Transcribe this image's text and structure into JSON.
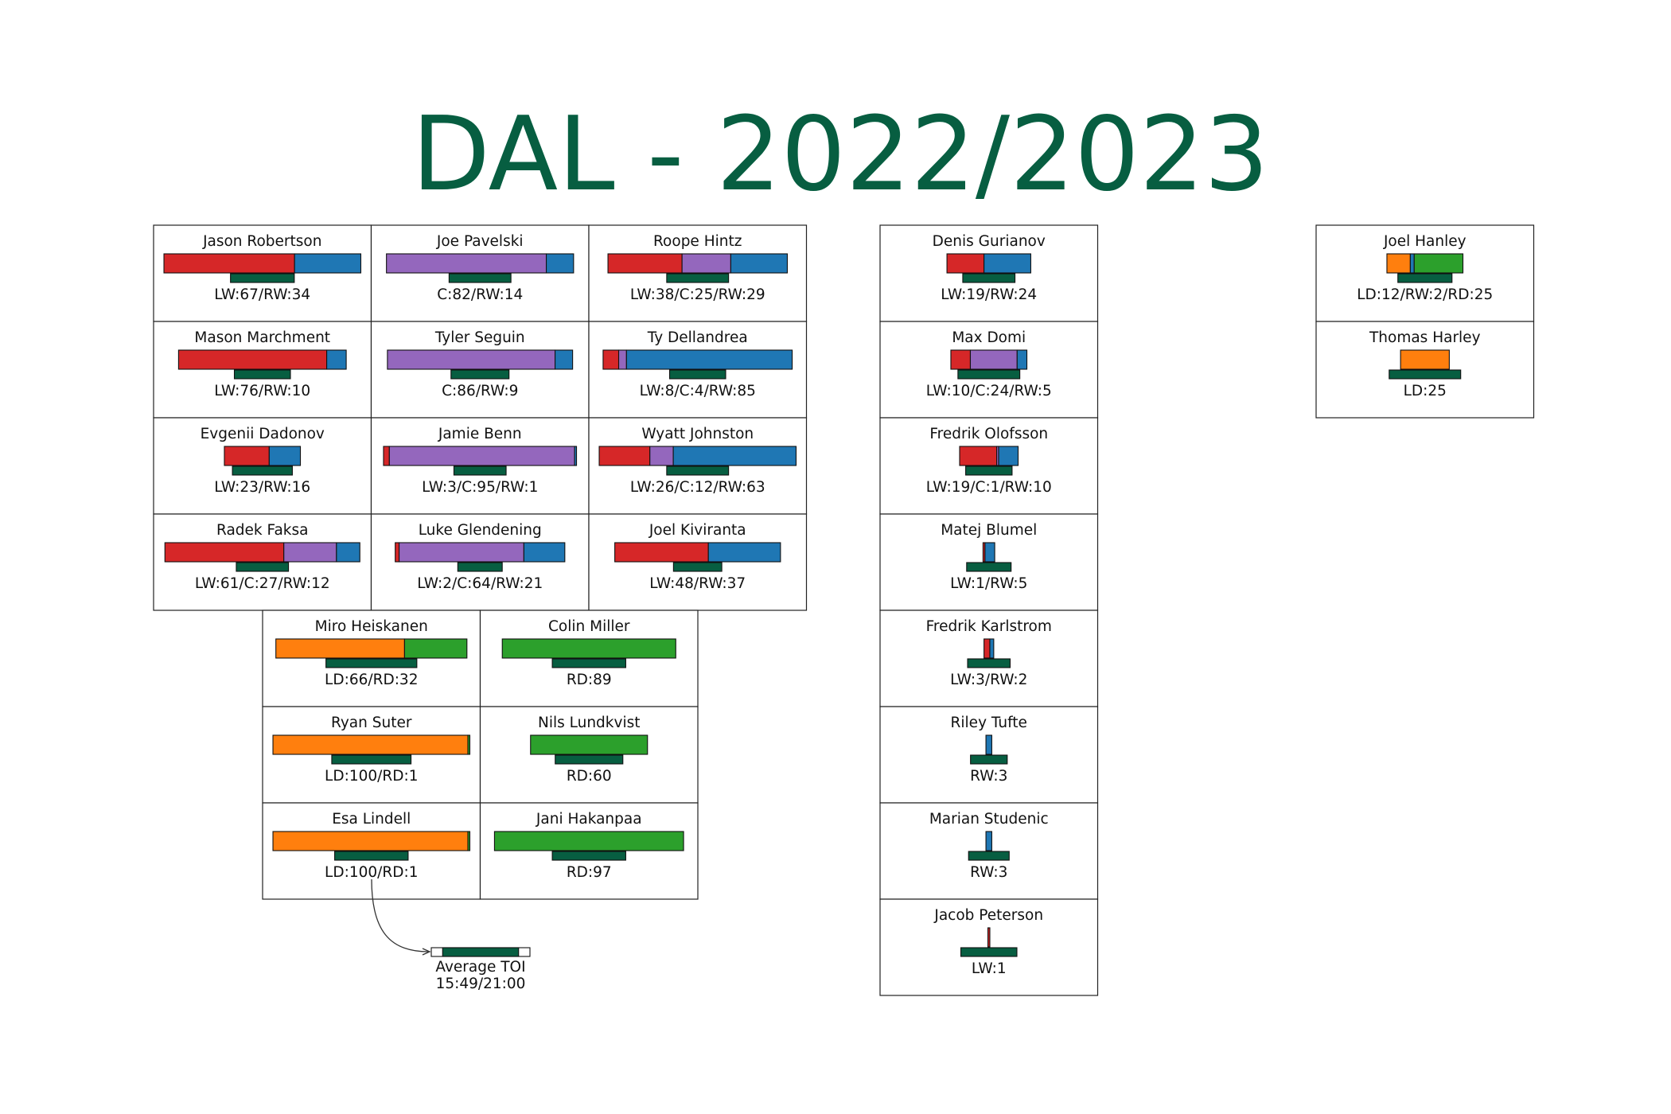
{
  "title": "DAL - 2022/2023",
  "colors": {
    "LW": "#d62728",
    "C": "#9467bd",
    "RW": "#1f77b4",
    "LD": "#ff7f0e",
    "RD": "#2ca02c",
    "toi": "#075e41",
    "title": "#075e41"
  },
  "chart_data": {
    "type": "bar",
    "description_unit": "games played by position; bottom bar = average time on ice",
    "max_games": 100,
    "toi_scale": "21:00",
    "forwards": [
      {
        "name": "Jason Robertson",
        "label": "LW:67/RW:34",
        "segments": [
          {
            "pos": "LW",
            "value": 67
          },
          {
            "pos": "RW",
            "value": 34
          }
        ],
        "toi": 0.33
      },
      {
        "name": "Joe Pavelski",
        "label": "C:82/RW:14",
        "segments": [
          {
            "pos": "C",
            "value": 82
          },
          {
            "pos": "RW",
            "value": 14
          }
        ],
        "toi": 0.32
      },
      {
        "name": "Roope Hintz",
        "label": "LW:38/C:25/RW:29",
        "segments": [
          {
            "pos": "LW",
            "value": 38
          },
          {
            "pos": "C",
            "value": 25
          },
          {
            "pos": "RW",
            "value": 29
          }
        ],
        "toi": 0.32
      },
      {
        "name": "Mason Marchment",
        "label": "LW:76/RW:10",
        "segments": [
          {
            "pos": "LW",
            "value": 76
          },
          {
            "pos": "RW",
            "value": 10
          }
        ],
        "toi": 0.29
      },
      {
        "name": "Tyler Seguin",
        "label": "C:86/RW:9",
        "segments": [
          {
            "pos": "C",
            "value": 86
          },
          {
            "pos": "RW",
            "value": 9
          }
        ],
        "toi": 0.3
      },
      {
        "name": "Ty Dellandrea",
        "label": "LW:8/C:4/RW:85",
        "segments": [
          {
            "pos": "LW",
            "value": 8
          },
          {
            "pos": "C",
            "value": 4
          },
          {
            "pos": "RW",
            "value": 85
          }
        ],
        "toi": 0.29
      },
      {
        "name": "Evgenii Dadonov",
        "label": "LW:23/RW:16",
        "segments": [
          {
            "pos": "LW",
            "value": 23
          },
          {
            "pos": "RW",
            "value": 16
          }
        ],
        "toi": 0.31
      },
      {
        "name": "Jamie Benn",
        "label": "LW:3/C:95/RW:1",
        "segments": [
          {
            "pos": "LW",
            "value": 3
          },
          {
            "pos": "C",
            "value": 95
          },
          {
            "pos": "RW",
            "value": 1
          }
        ],
        "toi": 0.27
      },
      {
        "name": "Wyatt Johnston",
        "label": "LW:26/C:12/RW:63",
        "segments": [
          {
            "pos": "LW",
            "value": 26
          },
          {
            "pos": "C",
            "value": 12
          },
          {
            "pos": "RW",
            "value": 63
          }
        ],
        "toi": 0.32
      },
      {
        "name": "Radek Faksa",
        "label": "LW:61/C:27/RW:12",
        "segments": [
          {
            "pos": "LW",
            "value": 61
          },
          {
            "pos": "C",
            "value": 27
          },
          {
            "pos": "RW",
            "value": 12
          }
        ],
        "toi": 0.27
      },
      {
        "name": "Luke Glendening",
        "label": "LW:2/C:64/RW:21",
        "segments": [
          {
            "pos": "LW",
            "value": 2
          },
          {
            "pos": "C",
            "value": 64
          },
          {
            "pos": "RW",
            "value": 21
          }
        ],
        "toi": 0.23
      },
      {
        "name": "Joel Kiviranta",
        "label": "LW:48/RW:37",
        "segments": [
          {
            "pos": "LW",
            "value": 48
          },
          {
            "pos": "RW",
            "value": 37
          }
        ],
        "toi": 0.25
      }
    ],
    "defense": [
      {
        "name": "Miro Heiskanen",
        "label": "LD:66/RD:32",
        "segments": [
          {
            "pos": "LD",
            "value": 66
          },
          {
            "pos": "RD",
            "value": 32
          }
        ],
        "toi": 0.47
      },
      {
        "name": "Colin Miller",
        "label": "RD:89",
        "segments": [
          {
            "pos": "RD",
            "value": 89
          }
        ],
        "toi": 0.38
      },
      {
        "name": "Ryan Suter",
        "label": "LD:100/RD:1",
        "segments": [
          {
            "pos": "LD",
            "value": 100
          },
          {
            "pos": "RD",
            "value": 1
          }
        ],
        "toi": 0.41
      },
      {
        "name": "Nils Lundkvist",
        "label": "RD:60",
        "segments": [
          {
            "pos": "RD",
            "value": 60
          }
        ],
        "toi": 0.35
      },
      {
        "name": "Esa Lindell",
        "label": "LD:100/RD:1",
        "segments": [
          {
            "pos": "LD",
            "value": 100
          },
          {
            "pos": "RD",
            "value": 1
          }
        ],
        "toi": 0.38
      },
      {
        "name": "Jani Hakanpaa",
        "label": "RD:97",
        "segments": [
          {
            "pos": "RD",
            "value": 97
          }
        ],
        "toi": 0.38
      }
    ],
    "extra_forwards": [
      {
        "name": "Denis Gurianov",
        "label": "LW:19/RW:24",
        "segments": [
          {
            "pos": "LW",
            "value": 19
          },
          {
            "pos": "RW",
            "value": 24
          }
        ],
        "toi": 0.27
      },
      {
        "name": "Max Domi",
        "label": "LW:10/C:24/RW:5",
        "segments": [
          {
            "pos": "LW",
            "value": 10
          },
          {
            "pos": "C",
            "value": 24
          },
          {
            "pos": "RW",
            "value": 5
          }
        ],
        "toi": 0.32
      },
      {
        "name": "Fredrik Olofsson",
        "label": "LW:19/C:1/RW:10",
        "segments": [
          {
            "pos": "LW",
            "value": 19
          },
          {
            "pos": "C",
            "value": 1
          },
          {
            "pos": "RW",
            "value": 10
          }
        ],
        "toi": 0.24
      },
      {
        "name": "Matej Blumel",
        "label": "LW:1/RW:5",
        "segments": [
          {
            "pos": "LW",
            "value": 1
          },
          {
            "pos": "RW",
            "value": 5
          }
        ],
        "toi": 0.23
      },
      {
        "name": "Fredrik Karlstrom",
        "label": "LW:3/RW:2",
        "segments": [
          {
            "pos": "LW",
            "value": 3
          },
          {
            "pos": "RW",
            "value": 2
          }
        ],
        "toi": 0.22
      },
      {
        "name": "Riley Tufte",
        "label": "RW:3",
        "segments": [
          {
            "pos": "RW",
            "value": 3
          }
        ],
        "toi": 0.19
      },
      {
        "name": "Marian Studenic",
        "label": "RW:3",
        "segments": [
          {
            "pos": "RW",
            "value": 3
          }
        ],
        "toi": 0.21
      },
      {
        "name": "Jacob Peterson",
        "label": "LW:1",
        "segments": [
          {
            "pos": "LW",
            "value": 1
          }
        ],
        "toi": 0.29
      }
    ],
    "extra_defense": [
      {
        "name": "Joel Hanley",
        "label": "LD:12/RW:2/RD:25",
        "segments": [
          {
            "pos": "LD",
            "value": 12
          },
          {
            "pos": "RW",
            "value": 2
          },
          {
            "pos": "RD",
            "value": 25
          }
        ],
        "toi": 0.28
      },
      {
        "name": "Thomas Harley",
        "label": "LD:25",
        "segments": [
          {
            "pos": "LD",
            "value": 25
          }
        ],
        "toi": 0.37
      }
    ],
    "legend": {
      "label_line1": "Average TOI",
      "label_line2": "15:49/21:00",
      "fraction": 0.753
    }
  }
}
